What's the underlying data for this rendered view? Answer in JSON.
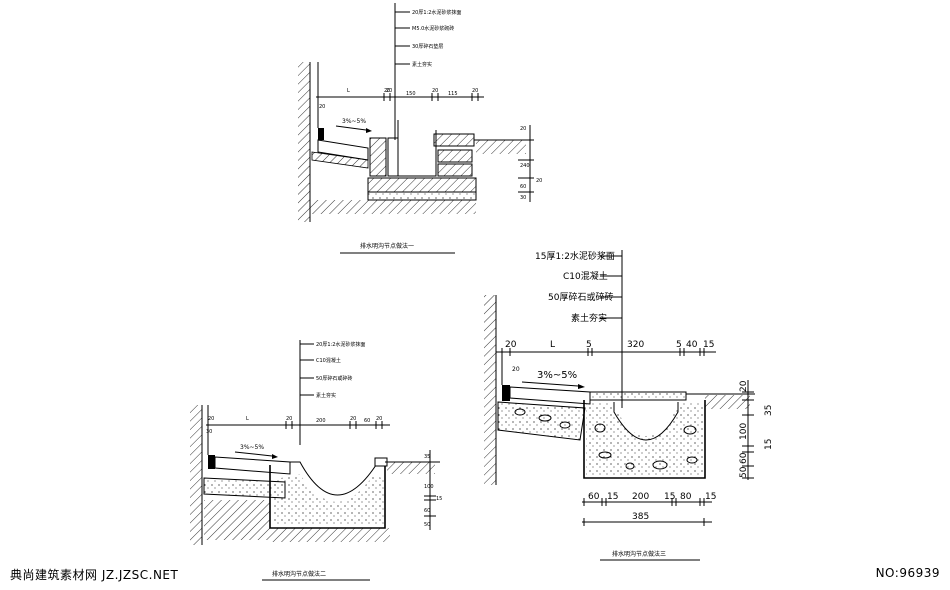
{
  "detail1": {
    "callouts": [
      "20厚1:2水泥砂浆抹面",
      "M5.0水泥砂浆砌砖",
      "30厚碎石垫层",
      "素土夯实"
    ],
    "dims_top": [
      "20",
      "L",
      "20",
      "150",
      "20",
      "115",
      "20"
    ],
    "dim_side_left": "20",
    "dims_right": [
      "20",
      "240",
      "20",
      "60",
      "30"
    ],
    "slope": "3%~5%",
    "title": "排水明沟节点做法一"
  },
  "detail2": {
    "callouts": [
      "20厚1:2水泥砂浆抹面",
      "C10混凝土",
      "50厚碎石或碎砖",
      "素土夯实"
    ],
    "dims_top": [
      "20",
      "L",
      "20",
      "200",
      "20",
      "60",
      "20"
    ],
    "dim_side_left": "30",
    "dims_right": [
      "35",
      "100",
      "15",
      "60",
      "50"
    ],
    "slope": "3%~5%",
    "title": "排水明沟节点做法二"
  },
  "detail3": {
    "callouts": [
      "15厚1:2水泥砂浆面",
      "C10混凝土",
      "50厚碎石或碎砖",
      "素土夯实"
    ],
    "dims_top": [
      "20",
      "L",
      "5",
      "320",
      "5",
      "40",
      "15"
    ],
    "dim_side_left": "20",
    "dims_right": [
      "20",
      "35",
      "100",
      "15",
      "60",
      "50"
    ],
    "dims_bottom": [
      "60",
      "15",
      "200",
      "15",
      "80",
      "15"
    ],
    "dim_total": "385",
    "slope": "3%~5%",
    "title": "排水明沟节点做法三"
  },
  "watermark": {
    "left": "典尚建筑素材网 JZ.JZSC.NET",
    "right": "NO:96939"
  }
}
